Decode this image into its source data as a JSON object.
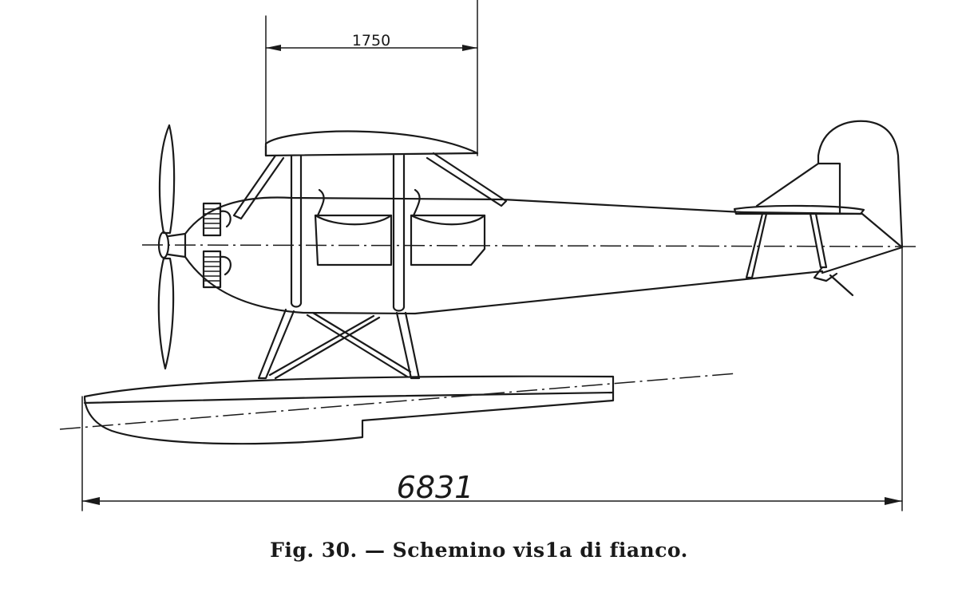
{
  "figure": {
    "caption": "Fig. 30. — Schemino vis1a di fianco.",
    "dimensions": {
      "wing_chord": "1750",
      "overall_length": "6831"
    }
  }
}
